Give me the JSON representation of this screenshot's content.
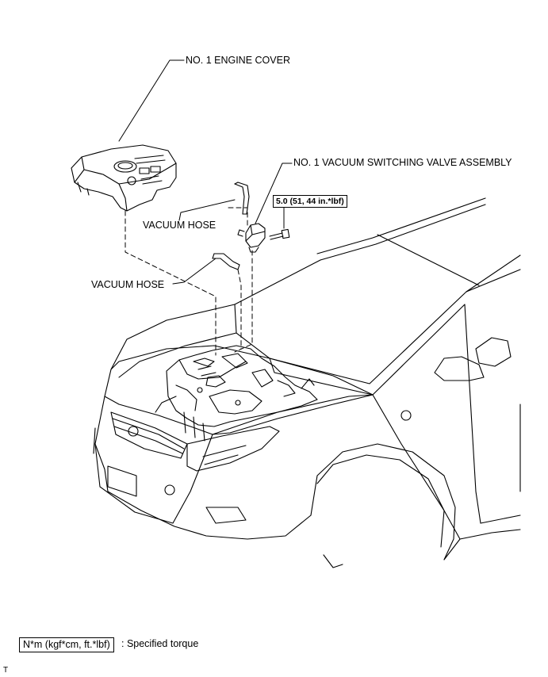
{
  "labels": {
    "engine_cover": "NO. 1 ENGINE COVER",
    "vsv_assembly": "NO. 1 VACUUM SWITCHING VALVE ASSEMBLY",
    "vacuum_hose_upper": "VACUUM HOSE",
    "vacuum_hose_lower": "VACUUM HOSE"
  },
  "torque": {
    "bolt_value": "5.0 (51, 44 in.*lbf)"
  },
  "legend": {
    "unit_box": "N*m (kgf*cm, ft.*lbf)",
    "unit_desc": ": Specified torque"
  },
  "corner_code": "T"
}
